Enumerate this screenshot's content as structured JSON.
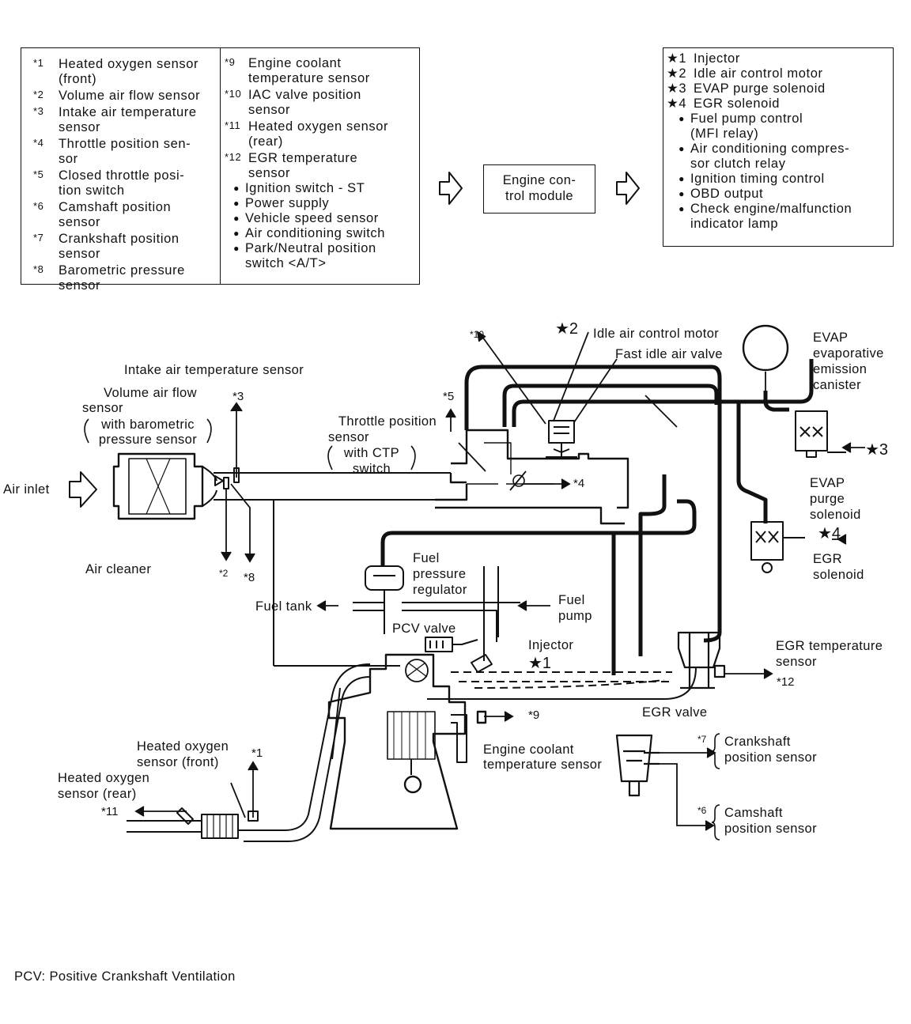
{
  "inputs": {
    "left": [
      {
        "key": "*1",
        "lines": [
          "Heated oxygen sensor",
          "(front)"
        ]
      },
      {
        "key": "*2",
        "lines": [
          "Volume air flow sensor"
        ]
      },
      {
        "key": "*3",
        "lines": [
          "Intake air temperature",
          "sensor"
        ]
      },
      {
        "key": "*4",
        "lines": [
          "Throttle position sen-",
          "sor"
        ]
      },
      {
        "key": "*5",
        "lines": [
          "Closed throttle posi-",
          "tion switch"
        ]
      },
      {
        "key": "*6",
        "lines": [
          "Camshaft position",
          "sensor"
        ]
      },
      {
        "key": "*7",
        "lines": [
          "Crankshaft position",
          "sensor"
        ]
      },
      {
        "key": "*8",
        "lines": [
          "Barometric pressure",
          "sensor"
        ]
      }
    ],
    "right": [
      {
        "key": "*9",
        "lines": [
          "Engine coolant",
          "temperature sensor"
        ]
      },
      {
        "key": "*10",
        "lines": [
          "IAC valve position",
          "sensor"
        ]
      },
      {
        "key": "*11",
        "lines": [
          "Heated oxygen sensor",
          "(rear)"
        ]
      },
      {
        "key": "*12",
        "lines": [
          "EGR temperature",
          "sensor"
        ]
      }
    ],
    "bullets": [
      [
        "Ignition switch - ST"
      ],
      [
        "Power supply"
      ],
      [
        "Vehicle speed sensor"
      ],
      [
        "Air conditioning switch"
      ],
      [
        "Park/Neutral position",
        "switch <A/T>"
      ]
    ]
  },
  "ecm": {
    "lines": [
      "Engine con-",
      "trol module"
    ]
  },
  "outputs": {
    "starred": [
      {
        "key": "★1",
        "label": "Injector"
      },
      {
        "key": "★2",
        "label": "Idle air control motor"
      },
      {
        "key": "★3",
        "label": "EVAP purge solenoid"
      },
      {
        "key": "★4",
        "label": "EGR solenoid"
      }
    ],
    "bullets": [
      [
        "Fuel pump control",
        "(MFI relay)"
      ],
      [
        "Air conditioning compres-",
        "sor clutch relay"
      ],
      [
        "Ignition timing control"
      ],
      [
        "OBD output"
      ],
      [
        "Check engine/malfunction",
        "indicator lamp"
      ]
    ]
  },
  "labels": {
    "air_inlet": "Air inlet",
    "intake_air_temp": "Intake air temperature sensor",
    "vaf_1": "Volume air flow",
    "vaf_2": "sensor",
    "vaf_3": "with barometric",
    "vaf_4": "pressure sensor",
    "air_cleaner": "Air cleaner",
    "tps_1": "Throttle position",
    "tps_2": "sensor",
    "tps_3": "with CTP",
    "tps_4": "switch",
    "iac_motor": "Idle air control motor",
    "fast_idle": "Fast idle air valve",
    "evap_1": "EVAP",
    "evap_2": "evaporative",
    "evap_3": "emission",
    "evap_4": "canister",
    "purge_1": "EVAP",
    "purge_2": "purge",
    "purge_3": "solenoid",
    "egr_sol_1": "EGR",
    "egr_sol_2": "solenoid",
    "fpr_1": "Fuel",
    "fpr_2": "pressure",
    "fpr_3": "regulator",
    "fuel_tank": "Fuel tank",
    "fuel_pump_1": "Fuel",
    "fuel_pump_2": "pump",
    "pcv_valve": "PCV valve",
    "injector": "Injector",
    "egr_temp_1": "EGR temperature",
    "egr_temp_2": "sensor",
    "egr_valve": "EGR valve",
    "ho2_front_1": "Heated oxygen",
    "ho2_front_2": "sensor (front)",
    "ho2_rear_1": "Heated oxygen",
    "ho2_rear_2": "sensor (rear)",
    "ect_1": "Engine coolant",
    "ect_2": "temperature sensor",
    "ckp_1": "Crankshaft",
    "ckp_2": "position sensor",
    "cmp_1": "Camshaft",
    "cmp_2": "position sensor"
  },
  "tags": {
    "t1": "*1",
    "t2": "*2",
    "t3": "*3",
    "t4": "*4",
    "t5": "*5",
    "t6": "*6",
    "t7": "*7",
    "t8": "*8",
    "t9": "*9",
    "t10": "*10",
    "t11": "*11",
    "t12": "*12",
    "s1": "★1",
    "s2": "★2",
    "s3": "★3",
    "s4": "★4"
  },
  "footnote": "PCV: Positive Crankshaft Ventilation"
}
